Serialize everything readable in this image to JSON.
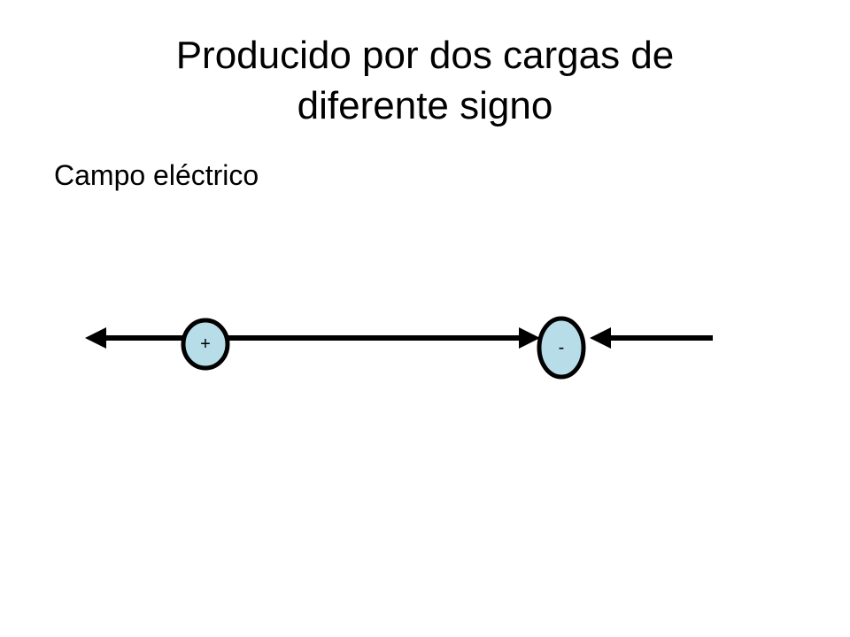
{
  "slide": {
    "title_line1": "Producido por dos cargas de",
    "title_line2": "diferente signo",
    "subtitle": "Campo eléctrico"
  },
  "diagram": {
    "charges": [
      {
        "sign": "+",
        "fill": "#b7dde8",
        "stroke": "#000000"
      },
      {
        "sign": "-",
        "fill": "#b7dde8",
        "stroke": "#000000"
      }
    ],
    "field_line_color": "#000000"
  }
}
